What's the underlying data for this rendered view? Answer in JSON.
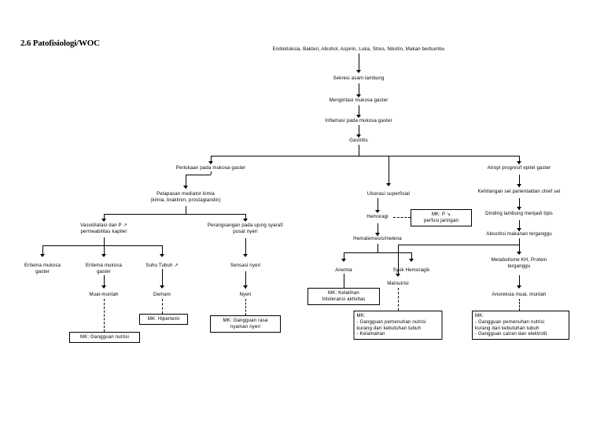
{
  "document": {
    "title": "2.6 Patofisiologi/WOC"
  },
  "diagram": {
    "type": "flowchart",
    "nodes": {
      "trigger": "Endoktoksia, Bakteri, Alkohol, Aspirin, Luka, Stres, Nikotin, Makan berbumbu",
      "sekresi": "Sekresi asam lambung",
      "iritasi": "Mengiritasi mukosa gaster",
      "inflamasi": "Inflamasi pada mukosa gaster",
      "gastritis": "Gastritis",
      "perlukaan": "Perlukaan pada mukosa gaster",
      "ulcerasi": "Ulcerasi superfisial",
      "atropi": "Atropi progresif epitel gaster",
      "pelapasan": "Pelapasan mediator kimia\n(kimia, braklinin, prostaglandin)",
      "hemoragi": "Hemoragi",
      "mk_perfusi": "MK: P ↘\nperfusi jaringan",
      "kehilangan_sel": "Kehilangan sel parientaldan chief sel",
      "vasodilatasi": "Vasodilatasi dan P ↗\npermeabilitas kapiler",
      "perangsangan": "Perangsangan pada ujung syaraf/\npusat nyeri",
      "hematemesis": "Hematemesis/melena",
      "dinding_tipis": "Dinding lambung menjadi tipis",
      "absorbsi": "Absorbsi makanan terganggu",
      "eritema1": "Eritema mukosa\ngaster",
      "eritema2": "Eritema mukosa\ngaster",
      "suhu_tubuh": "Suhu Tubuh ↗",
      "sensasi_nyeri": "Sensasi nyeri",
      "anemia": "Anemia",
      "syok": "Syok Hemoragik",
      "metabolisme": "Metabolisme KH, Protein\nterganggu",
      "mual_muntah": "Mual-muntah",
      "demam": "Demam",
      "nyeri": "Nyeri",
      "mk_kelatihan": "MK: Kelatihan\nIntoleransi aktivitas",
      "malnutrisi": "Malnutrisi",
      "anoreksia": "Anoreksia mual, muntah",
      "mk_hipertemi": "MK: Hipertemi",
      "mk_gangguan_nutrisi": "MK: Gangguan nutrisi",
      "mk_nyaman_nyeri": "MK: Gangguan rasa\nnyaman nyeri",
      "mk_box_left": "MK:\n- Gangguan pemenuhan nutrisi\n  kurang dari kebutuhan tubuh\n- Kelamahan",
      "mk_box_right": "MK:\n- Gangguan pemenuhan nutrisi\n  kurang dari kebutuhan tubuh\n- Gangguan cairan dan elektrolit"
    }
  }
}
